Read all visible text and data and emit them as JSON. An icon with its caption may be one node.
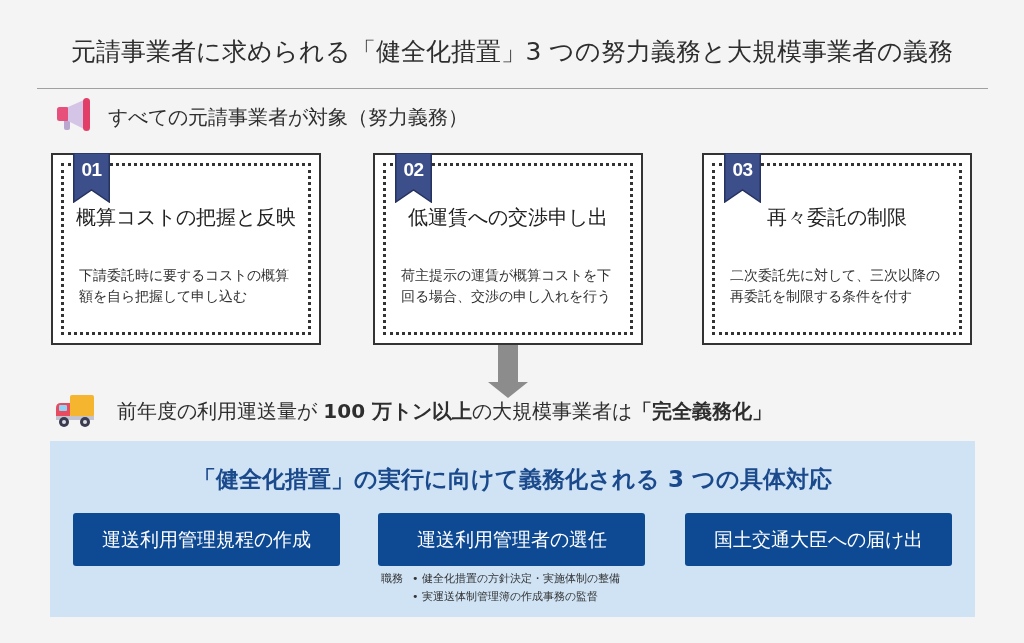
{
  "diagram": {
    "title": "元請事業者に求められる「健全化措置」3 つの努力義務と大規模事業者の義務",
    "nodes": [
      {
        "text": [
          "概算コストの把握と反映",
          "下請委託時に要するコストの概算額を自ら把握して申し込む"
        ]
      },
      {
        "text": [
          "01"
        ],
        "in": 0
      },
      {
        "text": [
          "低運賃への交渉申し出",
          "荷主提示の運賃が概算コストを下回る場合、交渉の申し入れを行う"
        ]
      },
      {
        "text": [
          "02"
        ],
        "in": 2
      },
      {
        "text": [
          "再々委託の制限",
          "二次委託先に対して、三次以降の再委託を制限する条件を付す"
        ]
      },
      {
        "text": [
          "03"
        ],
        "in": 4
      },
      {
        "text": [
          "前年度の利用運送量が **100 万トン以上**の大規模事業者は**「完全義務化」**"
        ]
      },
      {
        "text": [
          "「健全化措置」の実行に向けて義務化される 3 つの具体対応"
        ]
      },
      {
        "text": [
          "運送利用管理規程の作成"
        ],
        "in": 7
      },
      {
        "text": [
          "運送利用管理者の選任"
        ],
        "in": 7,
        "beside": [
          "職務",
          "• 健全化措置の方針決定・実施体制の整備",
          "• 実運送体制管理簿の作成事務の監督"
        ]
      },
      {
        "text": [
          "国土交通大臣への届け出"
        ],
        "in": 7
      }
    ],
    "edges": [
      {
        "from": 2,
        "to": 6,
        "arrow": "to"
      }
    ],
    "labels": [
      "すべての元請事業者が対象（努力義務）"
    ]
  }
}
